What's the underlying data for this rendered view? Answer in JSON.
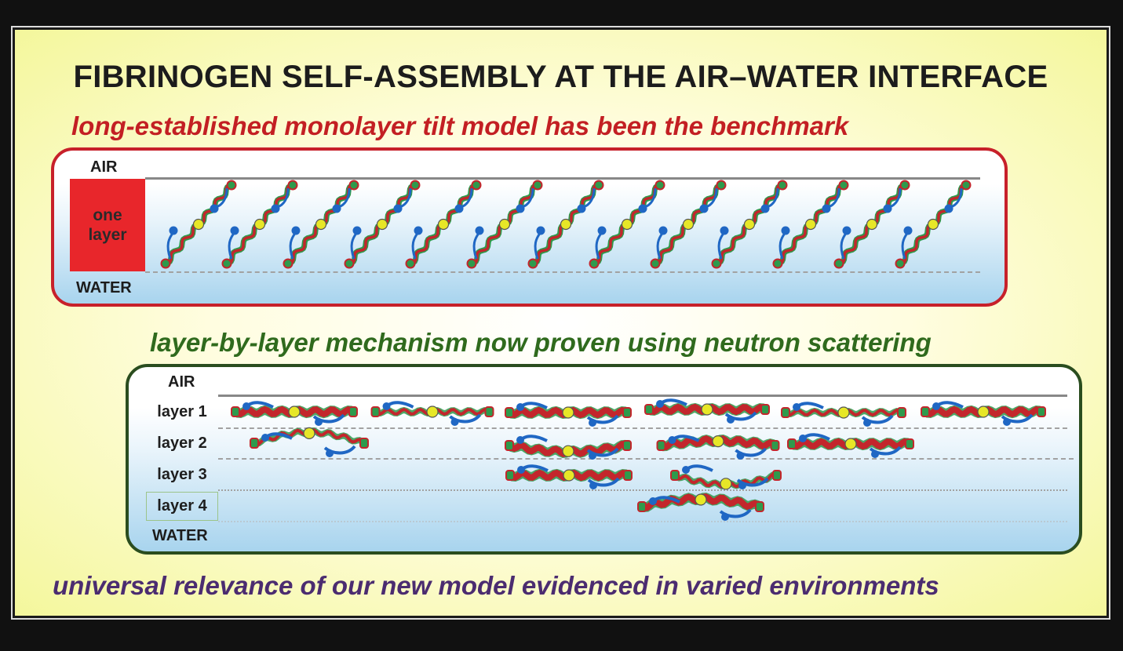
{
  "title": "FIBRINOGEN SELF-ASSEMBLY AT THE AIR–WATER INTERFACE",
  "subtitle_top": "long-established monolayer tilt model has been the benchmark",
  "subtitle_middle": "layer-by-layer mechanism now proven using neutron scattering",
  "subtitle_bottom": "universal relevance of our new model evidenced in varied environments",
  "top_panel": {
    "air_label": "AIR",
    "water_label": "WATER",
    "layer_label": "one\nlayer",
    "molecule_count": 13
  },
  "bottom_panel": {
    "air_label": "AIR",
    "water_label": "WATER",
    "layers": [
      {
        "label": "layer 1",
        "color": "#3e7a2c"
      },
      {
        "label": "layer 2",
        "color": "#79b55a"
      },
      {
        "label": "layer 3",
        "color": "#a9d78e"
      },
      {
        "label": "layer 4",
        "color": "#e7f4d7"
      }
    ]
  },
  "colors": {
    "title": "#1c1c1c",
    "subtitle_top": "#c31f23",
    "subtitle_middle": "#2f6a1d",
    "subtitle_bottom": "#4b2c70",
    "molecule_chain": "#c3262c",
    "molecule_core": "#e7e727",
    "molecule_end_green": "#2e9a4c",
    "molecule_arm_blue": "#1f67c4"
  }
}
